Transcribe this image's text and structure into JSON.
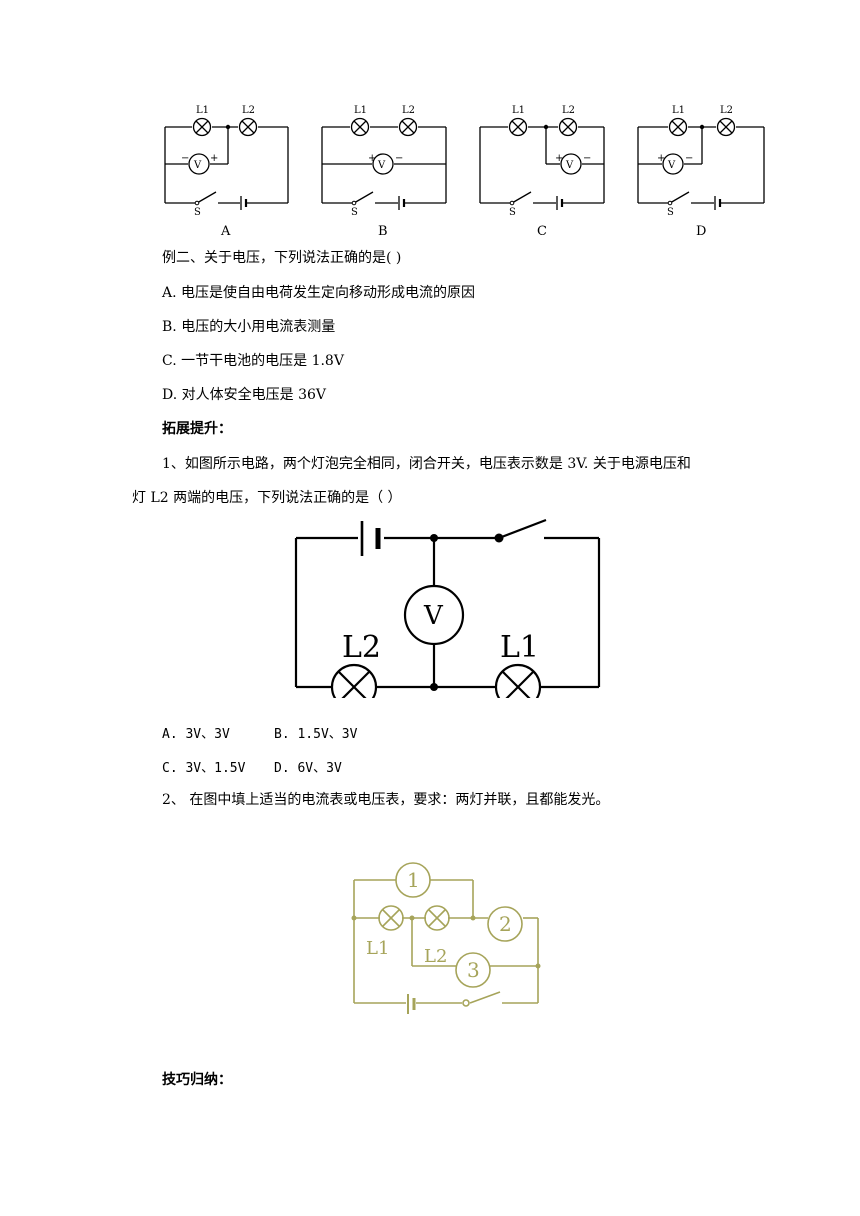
{
  "top_circuits": {
    "labels": [
      "A",
      "B",
      "C",
      "D"
    ],
    "lamp1": "L1",
    "lamp2": "L2",
    "switch": "S",
    "meter": "V",
    "plus": "+",
    "minus": "−"
  },
  "example2": {
    "question": "例二、关于电压，下列说法正确的是(  )",
    "options": [
      "A. 电压是使自由电荷发生定向移动形成电流的原因",
      "B. 电压的大小用电流表测量",
      "C. 一节干电池的电压是 1.8V",
      "D. 对人体安全电压是 36V"
    ]
  },
  "extension": {
    "heading": "拓展提升：",
    "q1": {
      "line1": "1、如图所示电路，两个灯泡完全相同，闭合开关，电压表示数是 3V. 关于电源电压和",
      "line2": "灯 L2 两端的电压，下列说法正确的是（      ）",
      "fig": {
        "lamp_left": "L2",
        "lamp_right": "L1",
        "meter": "V"
      },
      "opt_a": "A. 3V、3V",
      "opt_b": "B. 1.5V、3V",
      "opt_c": "C. 3V、1.5V",
      "opt_d": "D. 6V、3V"
    },
    "q2": {
      "text": "2、  在图中填上适当的电流表或电压表，要求：两灯并联，且都能发光。",
      "fig": {
        "m1": "1",
        "m2": "2",
        "m3": "3",
        "lamp1": "L1",
        "lamp2": "L2"
      }
    }
  },
  "tips": {
    "heading": "技巧归纳："
  },
  "colors": {
    "figure2_ink": "#a6a45a"
  }
}
